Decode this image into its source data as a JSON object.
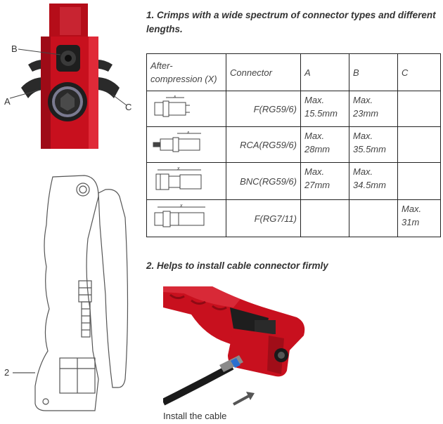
{
  "labels": {
    "b": "B",
    "a": "A",
    "c": "C",
    "two": "2"
  },
  "section1": {
    "title": "1. Crimps with a wide spectrum of connector types and different lengths."
  },
  "table": {
    "headers": [
      "After-compression (X)",
      "Connector",
      "A",
      "B",
      "C"
    ],
    "rows": [
      {
        "connector": "F(RG59/6)",
        "a": "Max. 15.5mm",
        "b": "Max. 23mm",
        "c": ""
      },
      {
        "connector": "RCA(RG59/6)",
        "a": "Max. 28mm",
        "b": "Max. 35.5mm",
        "c": ""
      },
      {
        "connector": "BNC(RG59/6)",
        "a": "Max. 27mm",
        "b": "Max. 34.5mm",
        "c": ""
      },
      {
        "connector": "F(RG7/11)",
        "a": "",
        "b": "",
        "c": "Max. 31m"
      }
    ],
    "dim_mark": "x"
  },
  "section2": {
    "title": "2. Helps to install cable connector firmly"
  },
  "photo": {
    "caption": "Install the cable"
  },
  "colors": {
    "tool_red": "#c8101e",
    "dark_red": "#8e0a14",
    "black": "#1e1e1e"
  }
}
